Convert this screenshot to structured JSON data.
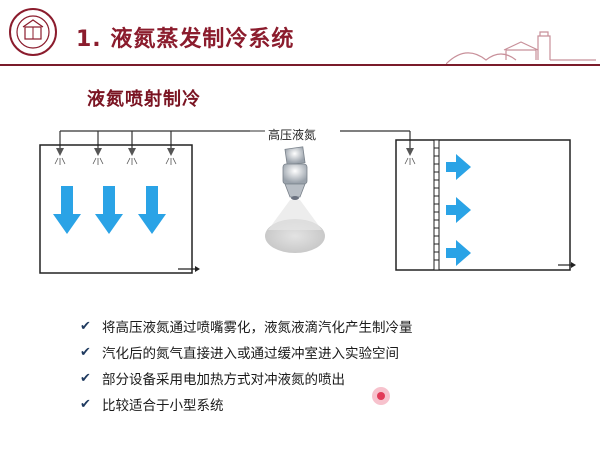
{
  "slide": {
    "title": "1. 液氮蒸发制冷系统",
    "subtitle": "液氮喷射制冷",
    "nozzle_label": "高压液氮"
  },
  "bullets": [
    "将高压液氮通过喷嘴雾化，液氮液滴汽化产生制冷量",
    "汽化后的氮气直接进入或通过缓冲室进入实验空间",
    "部分设备采用电加热方式对冲液氮的喷出",
    "比较适合于小型系统"
  ],
  "icons": {
    "check": "✔",
    "logo": "university-seal-icon",
    "skyline": "campus-gate-skyline-icon"
  },
  "colors": {
    "title": "#8b1c2d",
    "rule": "#7a1b2a",
    "arrow": "#2aa3e6",
    "pointer": "#e23a58"
  }
}
